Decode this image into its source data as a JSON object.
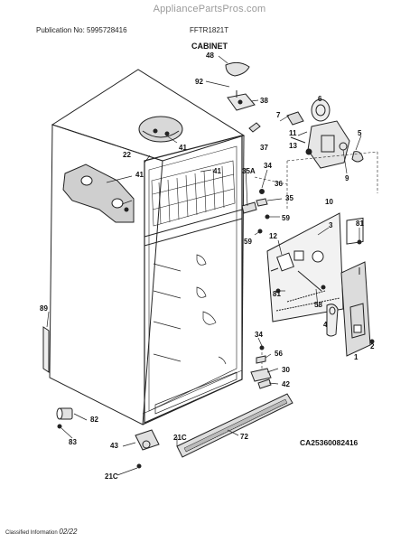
{
  "site": "AppliancePartsPros.com",
  "publication": "Publication No: 5995728416",
  "model": "FFTR1821T",
  "section_title": "CABINET",
  "diagram_code": "CA25360082416",
  "footer": {
    "classified": "Classified Information",
    "page": "02/22"
  },
  "callouts": [
    {
      "id": "c-48",
      "text": "48"
    },
    {
      "id": "c-92",
      "text": "92"
    },
    {
      "id": "c-38",
      "text": "38"
    },
    {
      "id": "c-7",
      "text": "7"
    },
    {
      "id": "c-11",
      "text": "11"
    },
    {
      "id": "c-6",
      "text": "6"
    },
    {
      "id": "c-41a",
      "text": "41"
    },
    {
      "id": "c-37",
      "text": "37"
    },
    {
      "id": "c-13",
      "text": "13"
    },
    {
      "id": "c-5",
      "text": "5"
    },
    {
      "id": "c-22",
      "text": "22"
    },
    {
      "id": "c-34a",
      "text": "34"
    },
    {
      "id": "c-41b",
      "text": "41"
    },
    {
      "id": "c-41c",
      "text": "41"
    },
    {
      "id": "c-9",
      "text": "9"
    },
    {
      "id": "c-35a",
      "text": "35A"
    },
    {
      "id": "c-36",
      "text": "36"
    },
    {
      "id": "c-35",
      "text": "35"
    },
    {
      "id": "c-10",
      "text": "10"
    },
    {
      "id": "c-59a",
      "text": "59"
    },
    {
      "id": "c-59b",
      "text": "59"
    },
    {
      "id": "c-81a",
      "text": "81"
    },
    {
      "id": "c-12",
      "text": "12"
    },
    {
      "id": "c-3",
      "text": "3"
    },
    {
      "id": "c-81b",
      "text": "81"
    },
    {
      "id": "c-58",
      "text": "58"
    },
    {
      "id": "c-4",
      "text": "4"
    },
    {
      "id": "c-89",
      "text": "89"
    },
    {
      "id": "c-34b",
      "text": "34"
    },
    {
      "id": "c-56",
      "text": "56"
    },
    {
      "id": "c-2",
      "text": "2"
    },
    {
      "id": "c-1",
      "text": "1"
    },
    {
      "id": "c-30",
      "text": "30"
    },
    {
      "id": "c-42",
      "text": "42"
    },
    {
      "id": "c-82",
      "text": "82"
    },
    {
      "id": "c-83",
      "text": "83"
    },
    {
      "id": "c-72",
      "text": "72"
    },
    {
      "id": "c-21ca",
      "text": "21C"
    },
    {
      "id": "c-43",
      "text": "43"
    },
    {
      "id": "c-21cb",
      "text": "21C"
    }
  ]
}
